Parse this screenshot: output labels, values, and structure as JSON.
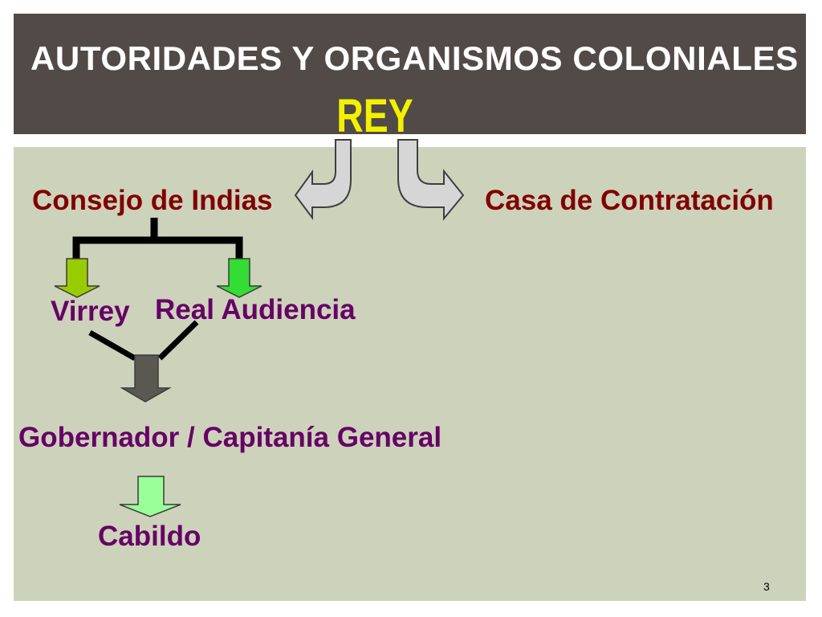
{
  "slide": {
    "title": "AUTORIDADES Y ORGANISMOS COLONIALES",
    "page_number": "3"
  },
  "diagram": {
    "root": "REY",
    "level1": {
      "left": "Consejo de Indias",
      "right": "Casa de Contratación"
    },
    "level2": {
      "left": "Virrey",
      "right": "Real Audiencia"
    },
    "level3": "Gobernador / Capitanía General",
    "level4": "Cabildo"
  },
  "colors": {
    "header_background": "#524a47",
    "panel_background": "#cdd2bb",
    "title_text": "#ffffff",
    "root_text": "#f2f200",
    "council_text": "#800000",
    "authority_text": "#660066",
    "gray_arrow": "#d6d6d6",
    "virrey_arrow": "#99cc00",
    "audiencia_arrow": "#33dd33",
    "gobernador_arrow": "#595951",
    "cabildo_arrow": "#99ff99",
    "connector": "#000000"
  }
}
